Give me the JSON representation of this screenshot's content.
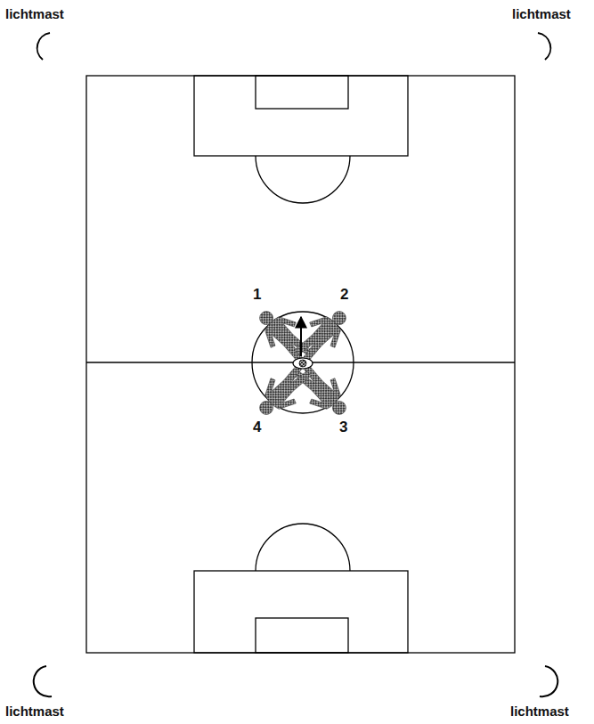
{
  "diagram": {
    "labels": [
      "lichtmast",
      "lichtmast",
      "lichtmast",
      "lichtmast",
      "1",
      "2",
      "3",
      "4"
    ]
  }
}
